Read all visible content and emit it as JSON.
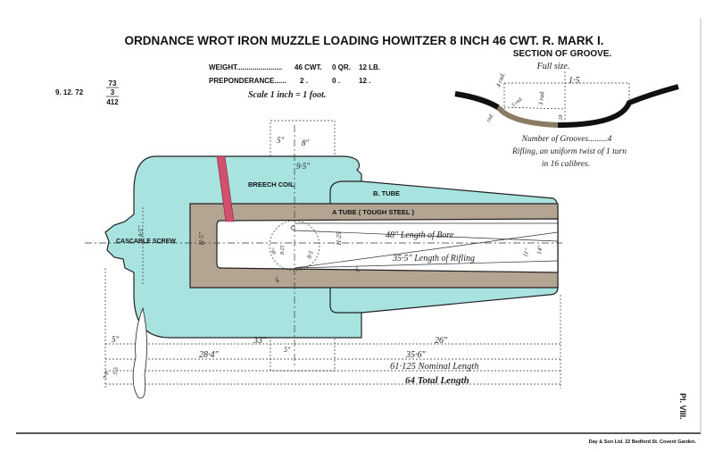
{
  "title": "ORDNANCE WROT IRON MUZZLE LOADING HOWITZER 8 INCH 46 CWT. R. MARK I.",
  "date": "9. 12. 72",
  "fraction": {
    "top": "73",
    "middle": "3",
    "bottom": "412"
  },
  "weight": {
    "label": "WEIGHT.......................",
    "cwt": "46 CWT.",
    "qr": "0 QR.",
    "lb": "12 LB."
  },
  "preponderance": {
    "label": "PREPONDERANCE......",
    "cwt": "2 .",
    "qr": "0 .",
    "lb": "12 ."
  },
  "scale": "Scale 1 inch = 1 foot.",
  "groove": {
    "title": "SECTION OF GROOVE.",
    "subtitle": "Full size.",
    "width": "1·5",
    "depth": ".18",
    "rad1": "4 rad.",
    "rad2": "3 rad.",
    "rad3": "3 rad.",
    "rad4": "rad.",
    "number": "Number of Grooves.........4",
    "rifling1": "Rifling, an uniform twist of 1 turn",
    "rifling2": "in 16 calibres."
  },
  "parts": {
    "breech_coil": "BREECH COIL",
    "b_tube": "B. TUBE",
    "a_tube": "A TUBE ( TOUGH STEEL )",
    "cascable": "CASCABLE SCREW"
  },
  "dims": {
    "d8": "8\"",
    "d5": "5\"",
    "d95": "9·5\"",
    "d85": "8·5\"",
    "d115": "11·5\"",
    "d1125": "11·25",
    "d8b": "8\"",
    "d825": "8·25",
    "d855": "8·5",
    "d8c": "8\"",
    "d11": "11\"",
    "d14": "14\"",
    "d4": "4\"",
    "bore": "48\" Length of Bore",
    "rifling": "35·5\" Length of Rifling",
    "d33": "33\"",
    "d26": "26\"",
    "d5b": "5\"",
    "d5c": "5\"",
    "d284": "28·4\"",
    "d356": "35·6\"",
    "nominal": "61·125 Nominal Length",
    "total": "64 Total Length",
    "d76": "7·6",
    "d55": "5·5"
  },
  "plate": "Pl. VIII.",
  "printer": "Day & Son Ltd. 22 Bedford St. Covent Garden.",
  "colors": {
    "body": "#a8e3e0",
    "steel": "#b3a591",
    "coil_band": "#d0506e"
  }
}
